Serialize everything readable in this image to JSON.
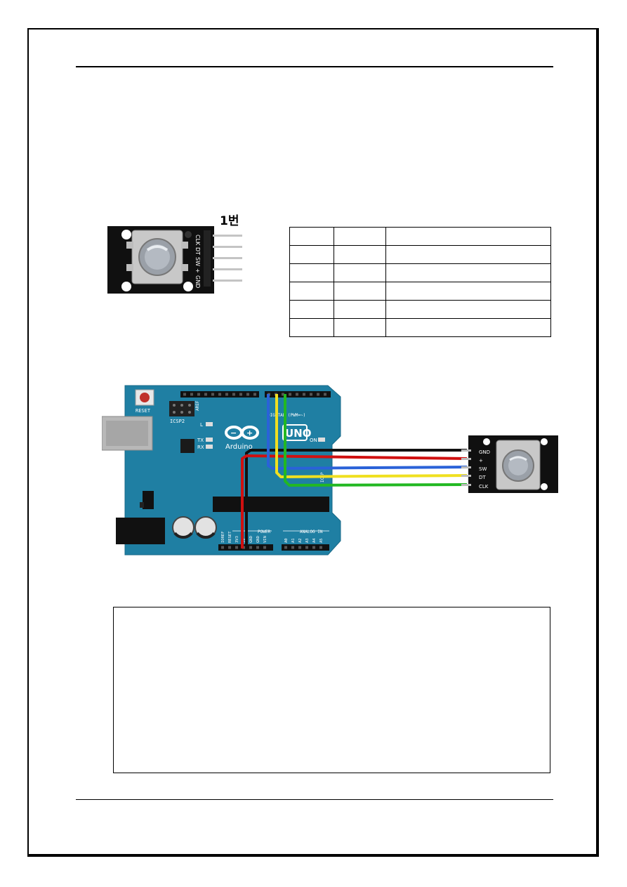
{
  "module_photo": {
    "callout": "1번",
    "pin_labels": [
      "CLK",
      "DT",
      "SW",
      "+",
      "GND"
    ]
  },
  "pin_table": {
    "rows": [
      [
        "",
        "",
        ""
      ],
      [
        "",
        "",
        ""
      ],
      [
        "",
        "",
        ""
      ],
      [
        "",
        "",
        ""
      ],
      [
        "",
        "",
        ""
      ],
      [
        "",
        "",
        ""
      ]
    ]
  },
  "wiring_diagram": {
    "board": {
      "reset_label": "RESET",
      "icsp_label": "ICSP2",
      "l_label": "L",
      "tx_label": "TX",
      "rx_label": "RX",
      "brand": "Arduino",
      "model": "UNO",
      "on_label": "ON",
      "digital_label": "DIGITAL (PWM=~)",
      "aref_label": "AREF",
      "power_label": "POWER",
      "analog_label": "ANALOG IN",
      "power_pins": [
        "IOREF",
        "RESET",
        "3V3",
        "5V",
        "GND",
        "GND",
        "VIN"
      ],
      "analog_pins": [
        "A0",
        "A1",
        "A2",
        "A3",
        "A4",
        "A5"
      ],
      "icsp_side_label": "ICSP"
    },
    "module_pin_labels": [
      "GND",
      "+",
      "SW",
      "DT",
      "CLK"
    ],
    "wire_colors": {
      "gnd": "#111111",
      "vcc": "#d01010",
      "sw": "#2a62d8",
      "dt": "#f0e020",
      "clk": "#22b822"
    },
    "board_color": "#1f7fa3"
  },
  "code_box": {
    "lines": []
  }
}
